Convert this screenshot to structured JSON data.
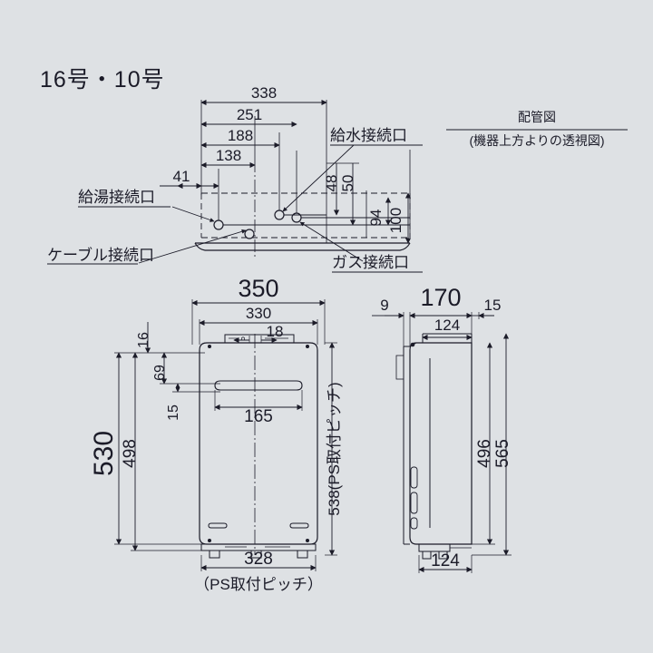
{
  "page": {
    "title": "16号・10号",
    "background_color": "#dee1e4",
    "line_color": "#1b1b28"
  },
  "legend": {
    "title": "配管図",
    "subtitle": "(機器上方よりの透視図)"
  },
  "piping_view": {
    "name": "配管図 (top transparent view)",
    "horizontal_dimensions": [
      "338",
      "251",
      "188",
      "138",
      "41"
    ],
    "vertical_dimensions": [
      "48",
      "50",
      "94",
      "100"
    ],
    "labels": [
      {
        "key": "hot_water",
        "text": "給湯接続口"
      },
      {
        "key": "cable",
        "text": "ケーブル接続口"
      },
      {
        "key": "water_supply",
        "text": "給水接続口"
      },
      {
        "key": "gas",
        "text": "ガス接続口"
      }
    ]
  },
  "front_view": {
    "width_overall": "350",
    "width_body": "330",
    "offset_18": "18",
    "vent_width": "165",
    "top_16": "16",
    "dim_69": "69",
    "dim_15": "15",
    "height_overall": "530",
    "height_498": "498",
    "ps_pitch_vertical": "538(PS取付ピッチ)",
    "bottom_pitch": "328",
    "bottom_pitch_note": "（PS取付ピッチ）"
  },
  "side_view": {
    "left_9": "9",
    "depth_170": "170",
    "right_15": "15",
    "depth_124": "124",
    "height_496": "496",
    "height_565": "565",
    "bottom_124": "124"
  }
}
